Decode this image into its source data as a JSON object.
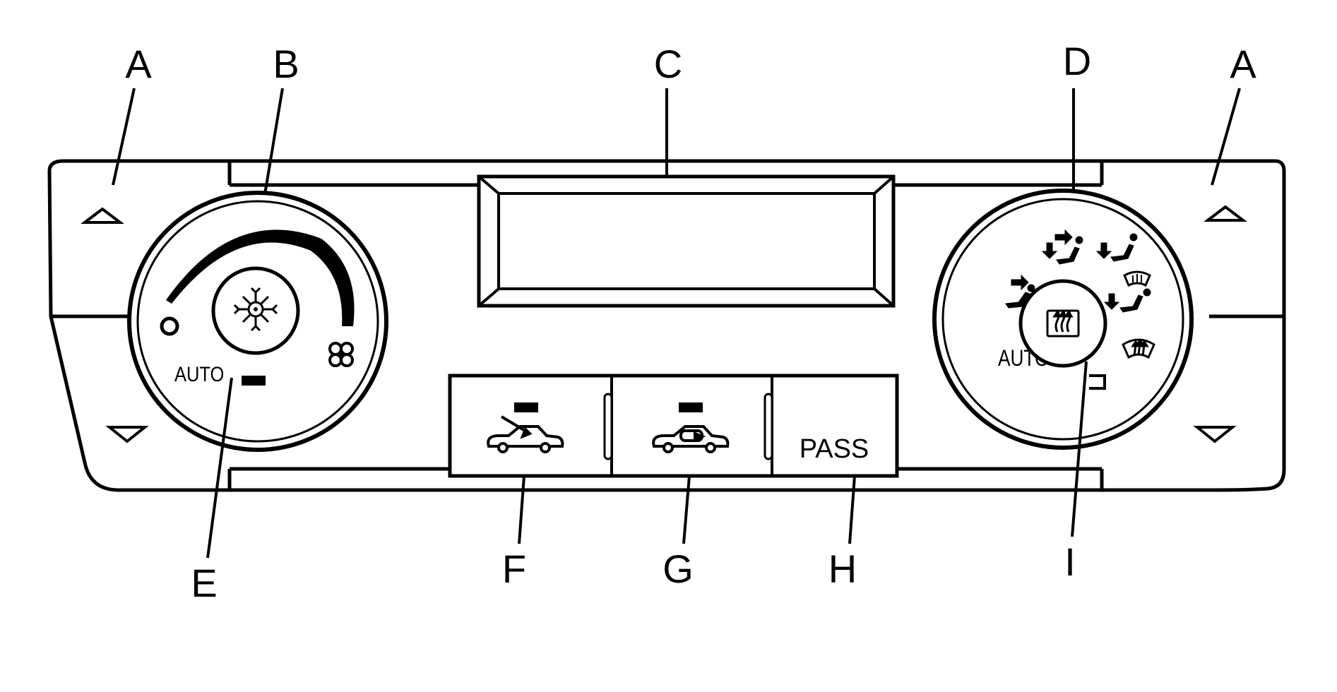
{
  "callouts": {
    "a_left": "A",
    "b": "B",
    "c": "C",
    "d": "D",
    "a_right": "A",
    "e": "E",
    "f": "F",
    "g": "G",
    "h": "H",
    "i": "I"
  },
  "left_dial": {
    "off_mark": "O",
    "auto_label": "AUTO",
    "center_icon": "ac-snowflake-icon",
    "fan_icon": "fan-icon"
  },
  "right_dial": {
    "auto_label": "AUTO",
    "center_icon": "rear-defrost-icon",
    "mode_icons": [
      "vent-icon",
      "bi-level-icon",
      "floor-icon",
      "defog-icon",
      "defrost-icon"
    ]
  },
  "buttons": {
    "outside_air": "outside-air-icon",
    "recirculation": "recirculation-icon",
    "pass_label": "PASS"
  },
  "colors": {
    "ink": "#000000",
    "paper": "#ffffff"
  }
}
